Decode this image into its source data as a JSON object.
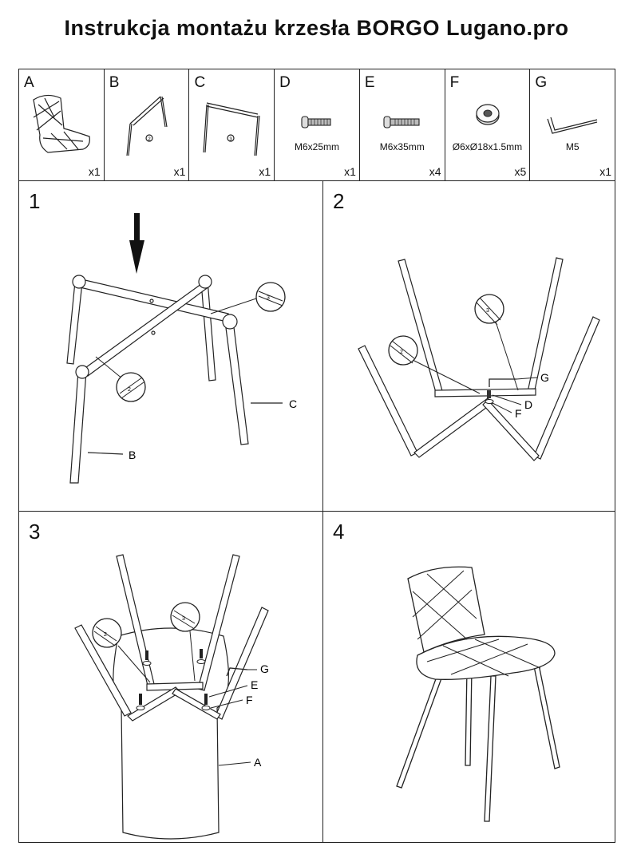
{
  "title": "Instrukcja montażu krzesła BORGO Lugano.pro",
  "parts": [
    {
      "letter": "A",
      "spec": "",
      "qty": "x1",
      "icon": "seat-icon"
    },
    {
      "letter": "B",
      "spec": "",
      "qty": "x1",
      "icon": "leg-frame-2-icon"
    },
    {
      "letter": "C",
      "spec": "",
      "qty": "x1",
      "icon": "leg-frame-3-icon"
    },
    {
      "letter": "D",
      "spec": "M6x25mm",
      "qty": "x1",
      "icon": "bolt-icon"
    },
    {
      "letter": "E",
      "spec": "M6x35mm",
      "qty": "x4",
      "icon": "bolt-icon"
    },
    {
      "letter": "F",
      "spec": "Ø6xØ18x1.5mm",
      "qty": "x5",
      "icon": "washer-icon"
    },
    {
      "letter": "G",
      "spec": "M5",
      "qty": "x1",
      "icon": "allen-key-icon"
    }
  ],
  "frame_marks": {
    "two": "2",
    "three": "3"
  },
  "steps": [
    {
      "number": "1",
      "callouts": [
        "C",
        "B"
      ]
    },
    {
      "number": "2",
      "callouts": [
        "G",
        "D",
        "F"
      ]
    },
    {
      "number": "3",
      "callouts": [
        "G",
        "E",
        "F",
        "A"
      ]
    },
    {
      "number": "4",
      "callouts": []
    }
  ]
}
